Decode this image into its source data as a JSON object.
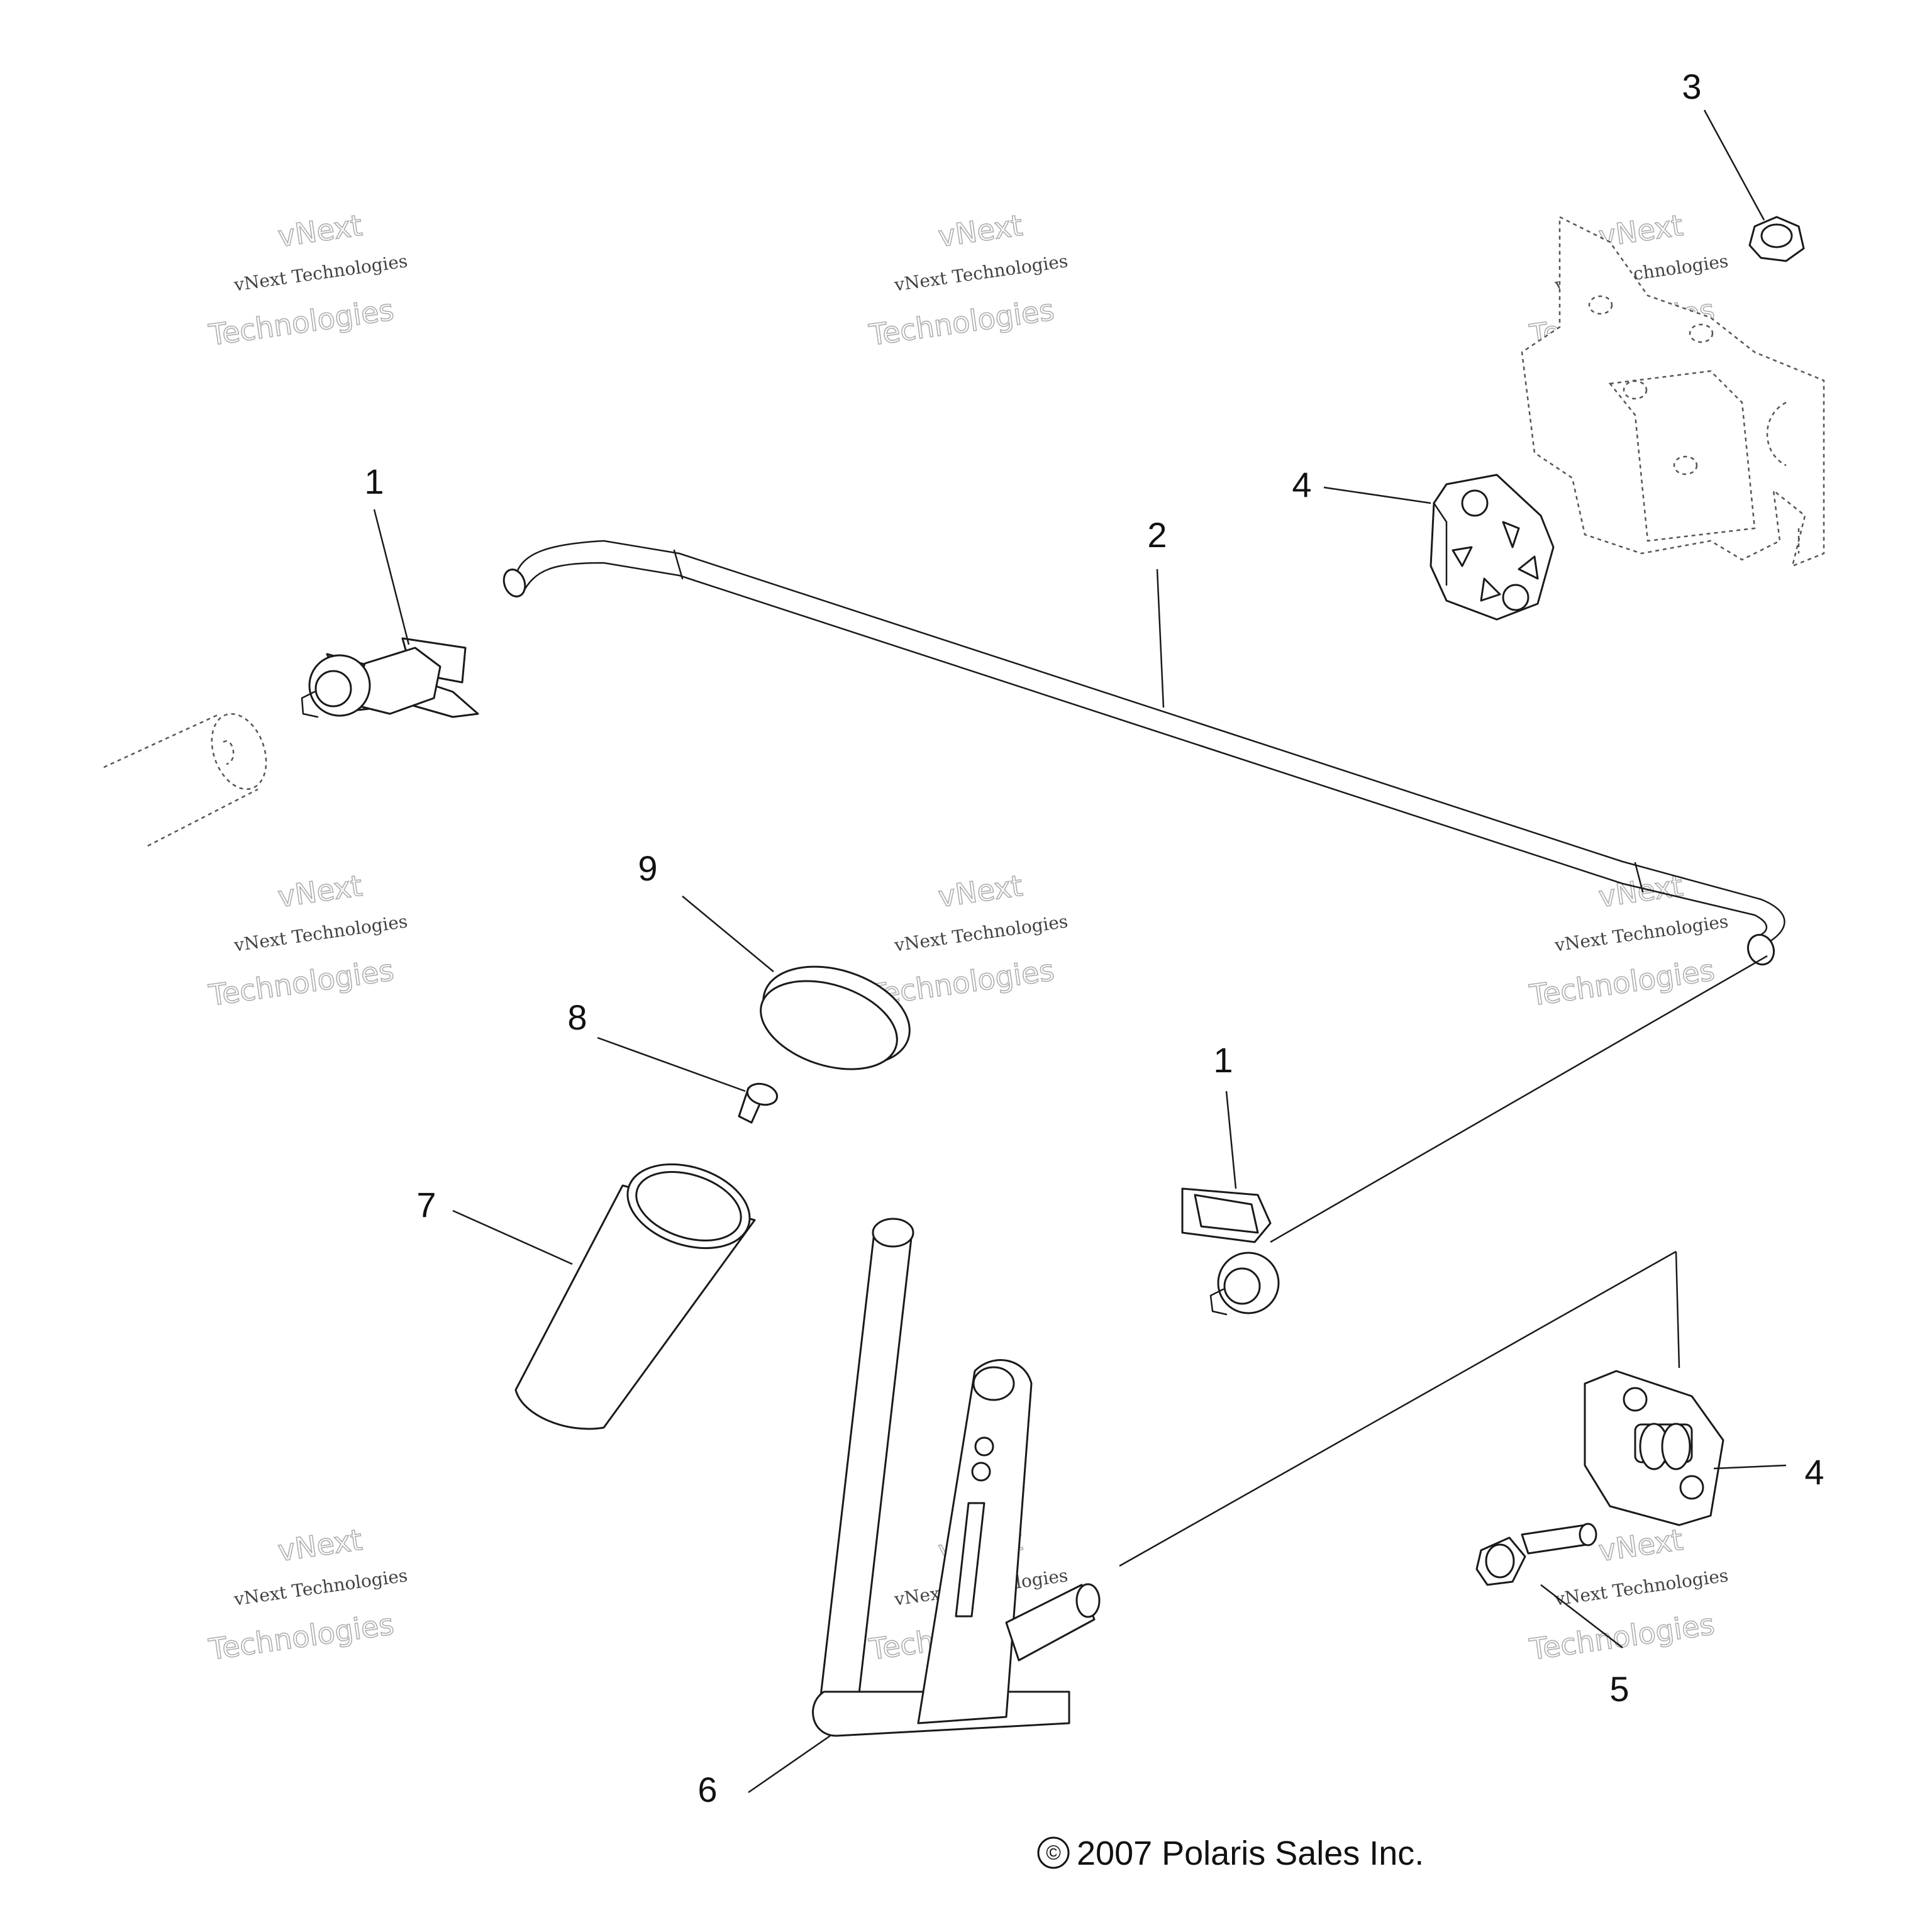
{
  "callouts": [
    {
      "id": "c1a",
      "text": "1"
    },
    {
      "id": "c1b",
      "text": "1"
    },
    {
      "id": "c2",
      "text": "2"
    },
    {
      "id": "c3",
      "text": "3"
    },
    {
      "id": "c4a",
      "text": "4"
    },
    {
      "id": "c4b",
      "text": "4"
    },
    {
      "id": "c5",
      "text": "5"
    },
    {
      "id": "c6",
      "text": "6"
    },
    {
      "id": "c7",
      "text": "7"
    },
    {
      "id": "c8",
      "text": "8"
    },
    {
      "id": "c9",
      "text": "9"
    }
  ],
  "copyright": {
    "symbol": "©",
    "text": "2007  Polaris Sales Inc."
  },
  "watermark": {
    "line1": "vNext Technologies",
    "line2": "Technologies",
    "line3": "vNext"
  }
}
